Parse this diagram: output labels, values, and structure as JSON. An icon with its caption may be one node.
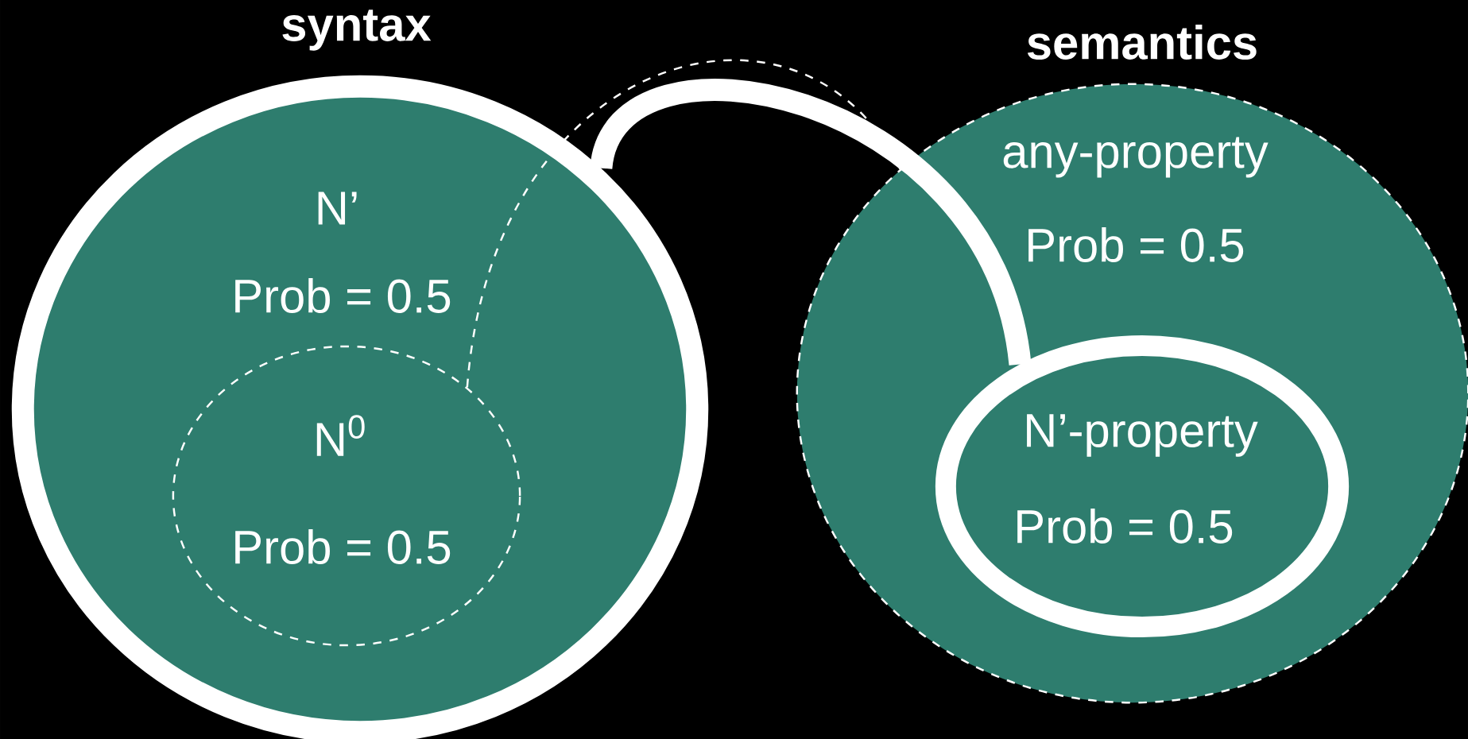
{
  "diagram": {
    "nodes": [
      {
        "text": [
          "syntax",
          "N’",
          "Prob = 0.5"
        ]
      },
      {
        "text": [
          "N$^{0}$",
          "Prob = 0.5"
        ],
        "in": 0
      },
      {
        "text": [
          "semantics",
          "any-property",
          "Prob = 0.5"
        ]
      },
      {
        "text": [
          "N’-property",
          "Prob = 0.5"
        ],
        "in": 2
      }
    ],
    "edges": [
      {
        "from": 0,
        "to": 3,
        "arrow": "none",
        "style": "thick"
      },
      {
        "from": 1,
        "to": 2,
        "arrow": "none",
        "style": "dashed"
      }
    ]
  }
}
